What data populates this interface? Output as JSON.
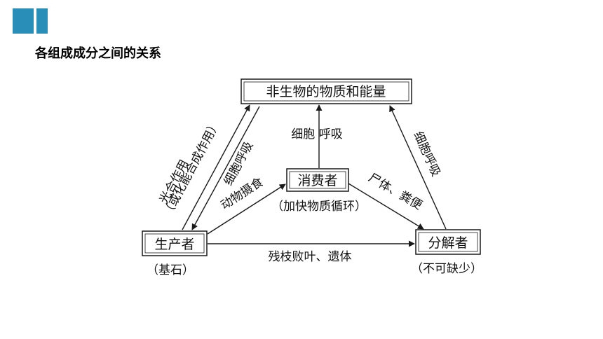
{
  "colors": {
    "accent": "#2a8fb8",
    "ink": "#1a1a1a"
  },
  "header": {
    "title": "各组成成分之间的关系"
  },
  "diagram": {
    "nodes": {
      "environment": "非生物的物质和能量",
      "consumer": "消费者",
      "producer": "生产者",
      "decomposer": "分解者"
    },
    "notes": {
      "producer": "（基石）",
      "consumer": "（加快物质循环）",
      "decomposer": "（不可缺少）"
    },
    "edges": {
      "photosynthesis": "光合作用",
      "chemosynthesis": "（或化能合成作用）",
      "producer_respiration": "细胞呼吸",
      "consumer_respiration": "细胞  呼吸",
      "decomposer_respiration": "细胞呼吸",
      "feeding": "动物摄食",
      "remains_waste": "尸体、粪便",
      "litter_remains": "残枝败叶、遗体"
    }
  }
}
